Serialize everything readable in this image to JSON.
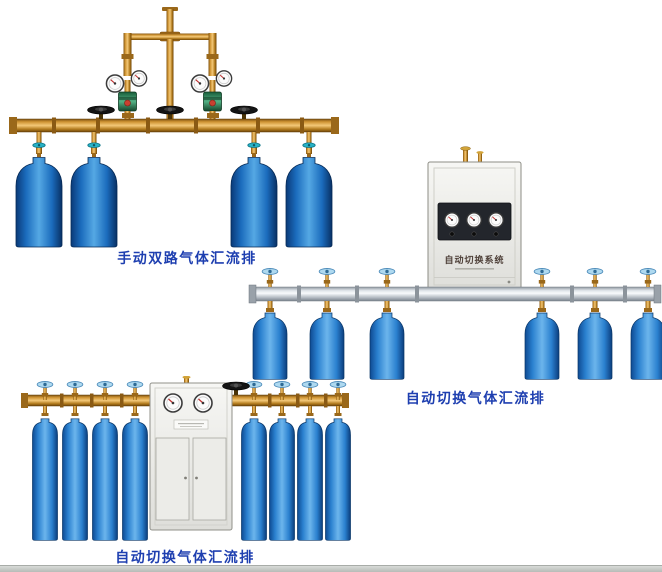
{
  "page": {
    "background_color": "#ffffff",
    "footer_strip_color": "#c4c8c4"
  },
  "products": [
    {
      "caption": "手动双路气体汇流排"
    },
    {
      "caption": "自动切换气体汇流排",
      "cabinet_label": "自动切换系统"
    },
    {
      "caption": "自动切换气体汇流排"
    }
  ],
  "colors": {
    "caption_text": "#1e3fb0",
    "brass_pipe": "#c8862a",
    "steel_pipe": "#c7cdd4",
    "cylinder_blue": "#1b6cbd",
    "cabinet_body": "#efefec",
    "valve_handle_light_blue": "#aed9f0",
    "valve_handle_teal": "#27b2c6"
  },
  "icons": {
    "gauge": "pressure-gauge",
    "black_wheel": "handwheel-valve",
    "blue_riser": "valve-blue-handle",
    "teal_knob": "cylinder-valve-teal"
  }
}
